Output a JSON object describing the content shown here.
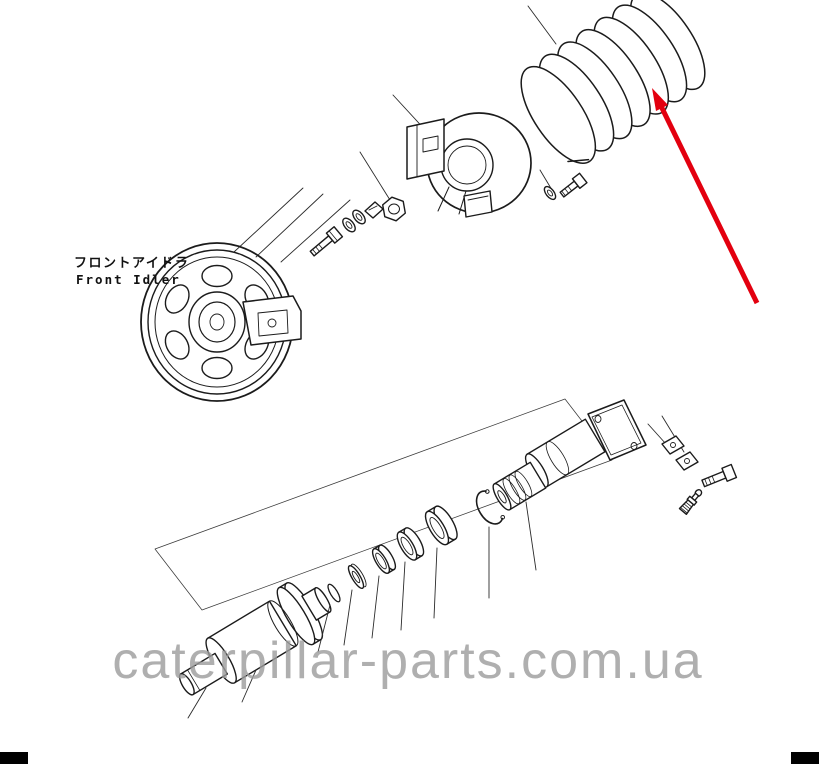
{
  "diagram": {
    "label": {
      "japanese": "フロントアイドラ",
      "english": "Front Idler"
    },
    "watermark": {
      "text": "caterpillar-parts.com.ua",
      "color": "#9c9c9c"
    },
    "colors": {
      "line": "#1b1b1b",
      "arrow": "#e3000f",
      "background": "#ffffff"
    },
    "parts": [
      "recoil-spring",
      "yoke-bracket",
      "mounting-bolt",
      "washers",
      "lock-plate",
      "hex-nut",
      "front-idler-wheel",
      "axle-bracket",
      "flange-bolt",
      "spring-washer",
      "idler-shaft",
      "shaft-flange",
      "retainer-ring",
      "thrust-washer",
      "collar-rings",
      "bushing",
      "snap-ring",
      "grooved-bushing",
      "spindle",
      "mounting-plate",
      "lock-clips",
      "hex-bolt",
      "grease-fitting"
    ]
  }
}
